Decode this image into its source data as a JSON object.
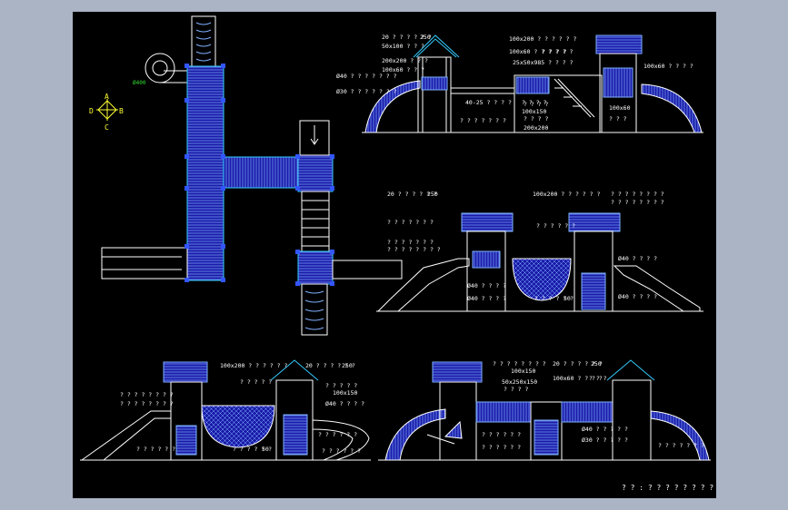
{
  "compass": {
    "a": "A",
    "b": "B",
    "c": "C",
    "d": "D"
  },
  "plan_labels": {
    "slide_mark": "Ø400"
  },
  "view_a": {
    "labels": [
      "20 ? ? ? ? ? ?",
      "250",
      "50x100 ? ? ?",
      "200x200 ? ? ?",
      "100x60 ? ? ?",
      "Ø40 ? ? ? ? ? ? ?",
      "Ø30 ? ? ? ? ? ? ?",
      "100x200 ? ? ? ? ? ?",
      "100x60 ? ? ? ? ? ?",
      "? ? ? ?",
      "25x50x985 ? ? ? ?",
      "100x60 ? ? ? ?",
      "40-25 ? ? ? ?",
      "? ? ? ?",
      "? ? ? ? ? ? ?",
      "? ? ? ?",
      "100x150",
      "? ? ? ?",
      "200x200",
      "100x60",
      "? ? ?"
    ]
  },
  "view_b": {
    "labels": [
      "20 ? ? ? ? ? ?",
      "250",
      "100x200 ? ? ? ? ? ?",
      "? ? ? ? ? ? ? ?",
      "? ? ? ? ? ? ? ?",
      "? ? ? ? ? ? ?",
      "? ? ? ? ? ?",
      "? ? ? ? ? ? ?",
      "? ? ? ? ? ? ? ?",
      "Ø40 ? ? ? ?",
      "Ø40 ? ? ? ?",
      "? ? ? ? ? ?",
      "50",
      "Ø40 ? ? ? ?",
      "Ø40 ? ? ? ?"
    ]
  },
  "view_c": {
    "labels": [
      "100x200 ? ? ? ? ? ?",
      "20 ? ? ? ? ? ?",
      "250",
      "? ? ? ? ? ? ? ?",
      "? ? ? ? ? ? ? ?",
      "? ? ? ? ?",
      "? ? ? ? ?",
      "100x150",
      "Ø40 ? ? ? ?",
      "? ? ? ? ? ?",
      "? ? ? ? ? ?",
      "? ? ? ? ? ?",
      "50",
      "? ? ? ? ? ?"
    ]
  },
  "view_d": {
    "labels": [
      "? ? ? ? ? ? ? ?",
      "100x150",
      "20 ? ? ? ? ? ?",
      "250",
      "50x250x150",
      "? ? ? ?",
      "100x60 ? ? ? ?",
      "? ? ?",
      "Ø40 ? ? ? ? ?",
      "Ø30 ? ? ? ? ?",
      "? ? ? ? ? ?",
      "? ? ? ? ? ?",
      "? ? ? ? ? ? ?"
    ]
  },
  "title_block": "? ? : ? ? ? ? ? ? ? ? ? ?",
  "colors": {
    "sheet": "#000000",
    "frame": "#aab4c4",
    "cad_blue": "#1a1aa8",
    "cyan": "#33ccff",
    "yellow": "#ffff33"
  }
}
